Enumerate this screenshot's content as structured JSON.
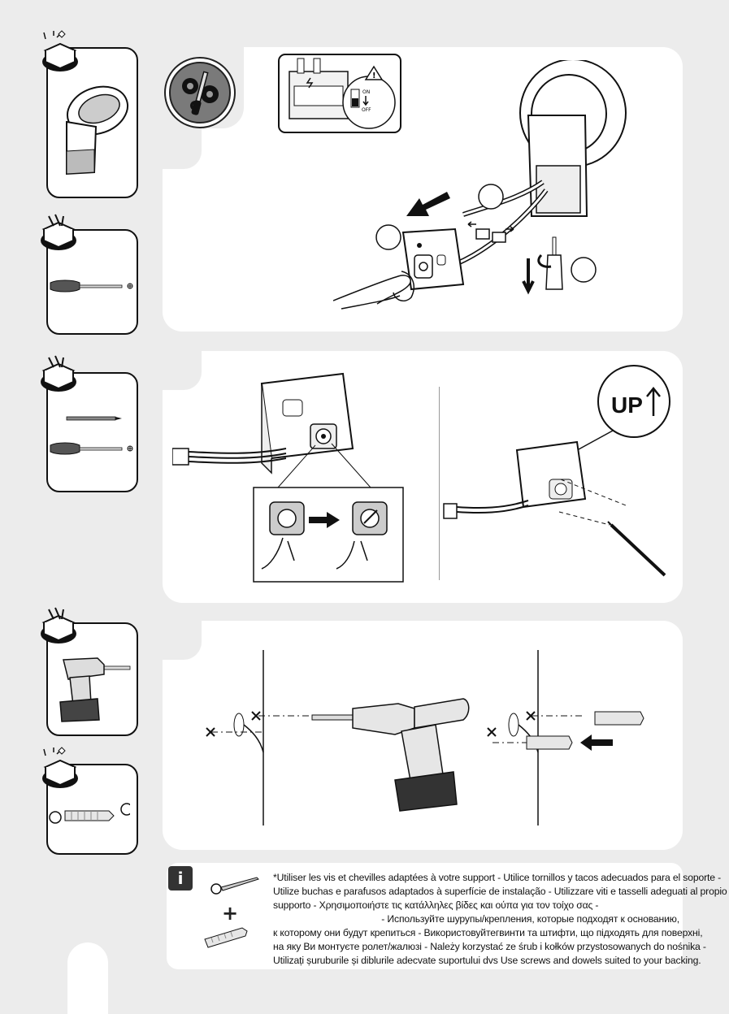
{
  "page": {
    "sidebar": {
      "steps": [
        {
          "icon": "unbox-icon",
          "content": "fan-heater-product"
        },
        {
          "icon": "tools-box-icon",
          "content": "phillips-screwdriver"
        },
        {
          "icon": "tools-box-icon",
          "content": "pencil-and-screwdriver"
        },
        {
          "icon": "tools-box-icon",
          "content": "power-drill"
        },
        {
          "icon": "unbox-icon",
          "content": "wall-plug"
        }
      ]
    },
    "step1": {
      "switch_on_label": "ON",
      "switch_off_label": "OFF",
      "warning_symbol": "!"
    },
    "step2": {
      "up_label": "UP"
    },
    "note": {
      "info_badge": "i",
      "plus": "+",
      "lines": [
        "*Utiliser les vis et chevilles adaptées à votre support - Utilice tornillos y tacos adecuados para el soporte -",
        "Utilize buchas e parafusos adaptados à superfície de instalação - Utilizzare viti e tasselli adeguati al propio",
        "supporto - Χρησιμοποιήστε τις κατάλληλες βίδες και ούπα για τον τοίχο σας -",
        "- Используйте шурупы/крепления, которые подходят к основанию,",
        "к которому они будут крепиться - Використовуйтегвинти та штифти, що підходять для поверхні,",
        "на яку Ви монтуєте ролет/жалюзі - Należy korzystać ze śrub i kołków przystosowanych do nośnika -",
        "Utilizați șuruburile și diblurile adecvate suportului dvs Use screws and dowels suited to your backing."
      ]
    }
  }
}
